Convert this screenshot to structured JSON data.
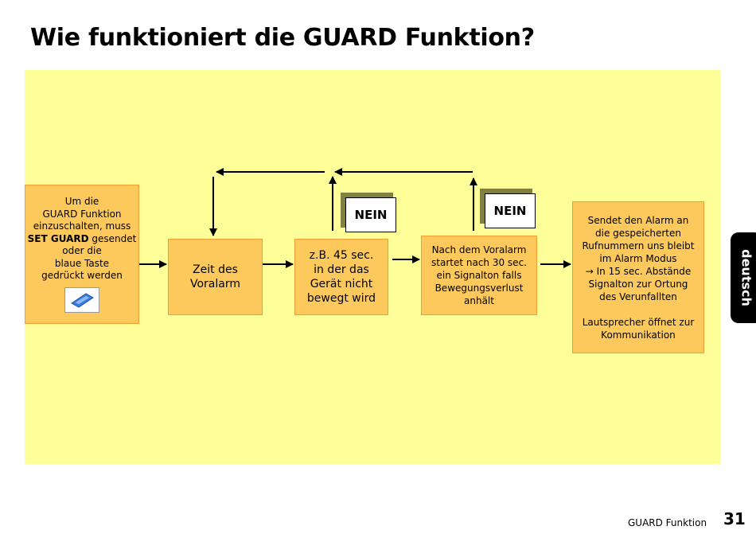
{
  "title": "Wie funktioniert die GUARD Funktion?",
  "boxes": {
    "start": {
      "line1": "Um die\nGUARD Funktion\neinzuschalten, muss",
      "bold": "SET GUARD",
      "line2": " gesendet\noder die\nblaue Taste\ngedrückt werden"
    },
    "voralarm": "Zeit des\nVoralarm",
    "no_motion": "z.B. 45 sec.\nin der das\nGerät nicht\nbewegt wird",
    "signal": "Nach dem Voralarm\nstartet nach 30 sec.\nein Signalton falls\nBewegungsverlust\nanhält",
    "alarm": "Sendet den Alarm an\ndie gespeicherten\nRufnummern uns bleibt\nim Alarm Modus\n→ In 15 sec. Abstände\nSignalton zur Ortung\ndes Verunfallten\n\nLautsprecher öffnet zur\nKommunikation"
  },
  "nein_labels": [
    "NEIN",
    "NEIN"
  ],
  "colors": {
    "panel": "#ffff99",
    "box_fill": "#fdc95c",
    "box_border": "#f0a030",
    "nein_shadow": "#808040",
    "key_blue": "#3d7fe0"
  },
  "icons": {
    "blue_key": "blue-key-icon"
  },
  "side_tab": "deutsch",
  "footer": {
    "section": "GUARD Funktion",
    "page": "31"
  }
}
